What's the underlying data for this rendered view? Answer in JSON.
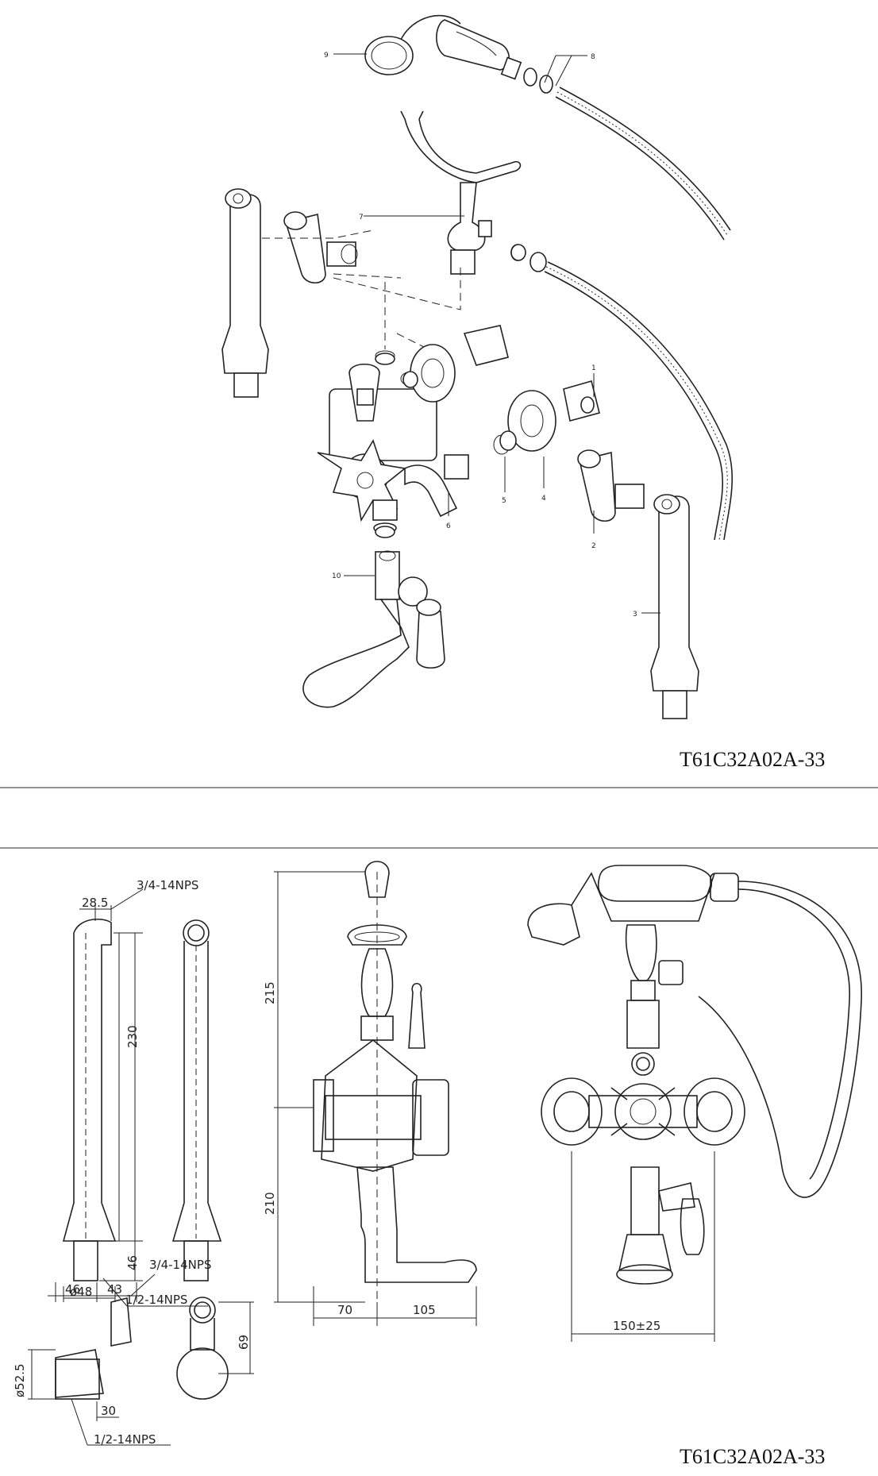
{
  "drawing_code_top": "T61C32A02A-33",
  "drawing_code_bottom": "T61C32A02A-33",
  "callouts": [
    "1",
    "2",
    "3",
    "4",
    "5",
    "6",
    "7",
    "8",
    "9",
    "10"
  ],
  "dimensions": {
    "arm_width": "28.5",
    "thread_top": "3/4-14NPS",
    "arm_length": "230",
    "arm_base": "46",
    "arm_dia": "ø48",
    "thread_bottom": "1/2-14NPS",
    "elbow_a": "46",
    "elbow_b": "43",
    "elbow_thread_top": "3/4-14NPS",
    "elbow_dia": "ø52.5",
    "elbow_c": "30",
    "elbow_thread_bottom": "1/2-14NPS",
    "elbow_height": "69",
    "height_upper": "215",
    "height_lower": "210",
    "offset_left": "70",
    "offset_right": "105",
    "centers": "150±25"
  }
}
